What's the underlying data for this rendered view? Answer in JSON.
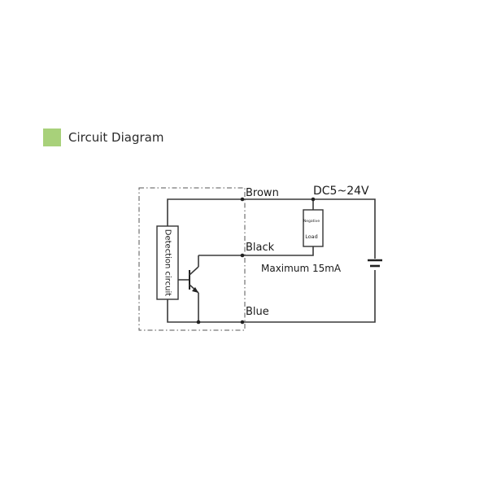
{
  "header": {
    "title": "Circuit Diagram",
    "accent_color": "#a8d17a"
  },
  "diagram": {
    "wire_brown": "Brown",
    "wire_black": "Black",
    "wire_blue": "Blue",
    "supply_voltage": "DC5~24V",
    "max_current": "Maximum 15mA",
    "detection_block": "Detection circuit",
    "load_top_label": "Negative",
    "load_label": "Load",
    "components": [
      "npn-transistor",
      "battery",
      "load-resistor",
      "detection-circuit"
    ]
  }
}
